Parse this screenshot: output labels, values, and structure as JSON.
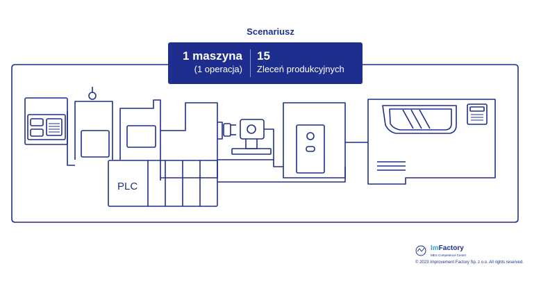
{
  "heading": "Scenariusz",
  "banner": {
    "machines_count": "1 maszyna",
    "machines_note": "(1 operacja)",
    "orders_count": "15",
    "orders_note": "Zleceń produkcyjnych"
  },
  "plc_label": "PLC",
  "footer": {
    "brand_prefix": "Im",
    "brand_name": "Factory",
    "tagline": "MES Competence Center",
    "copyright": "© 2023 Improvement Factory Sp. z o.o. All rights reserved."
  },
  "colors": {
    "line": "#1d2e8e",
    "banner": "#1d2e8e",
    "accent": "#2fa6d8"
  },
  "icons": [
    "control-panel-icon",
    "keypad-icon",
    "gear-icon"
  ]
}
